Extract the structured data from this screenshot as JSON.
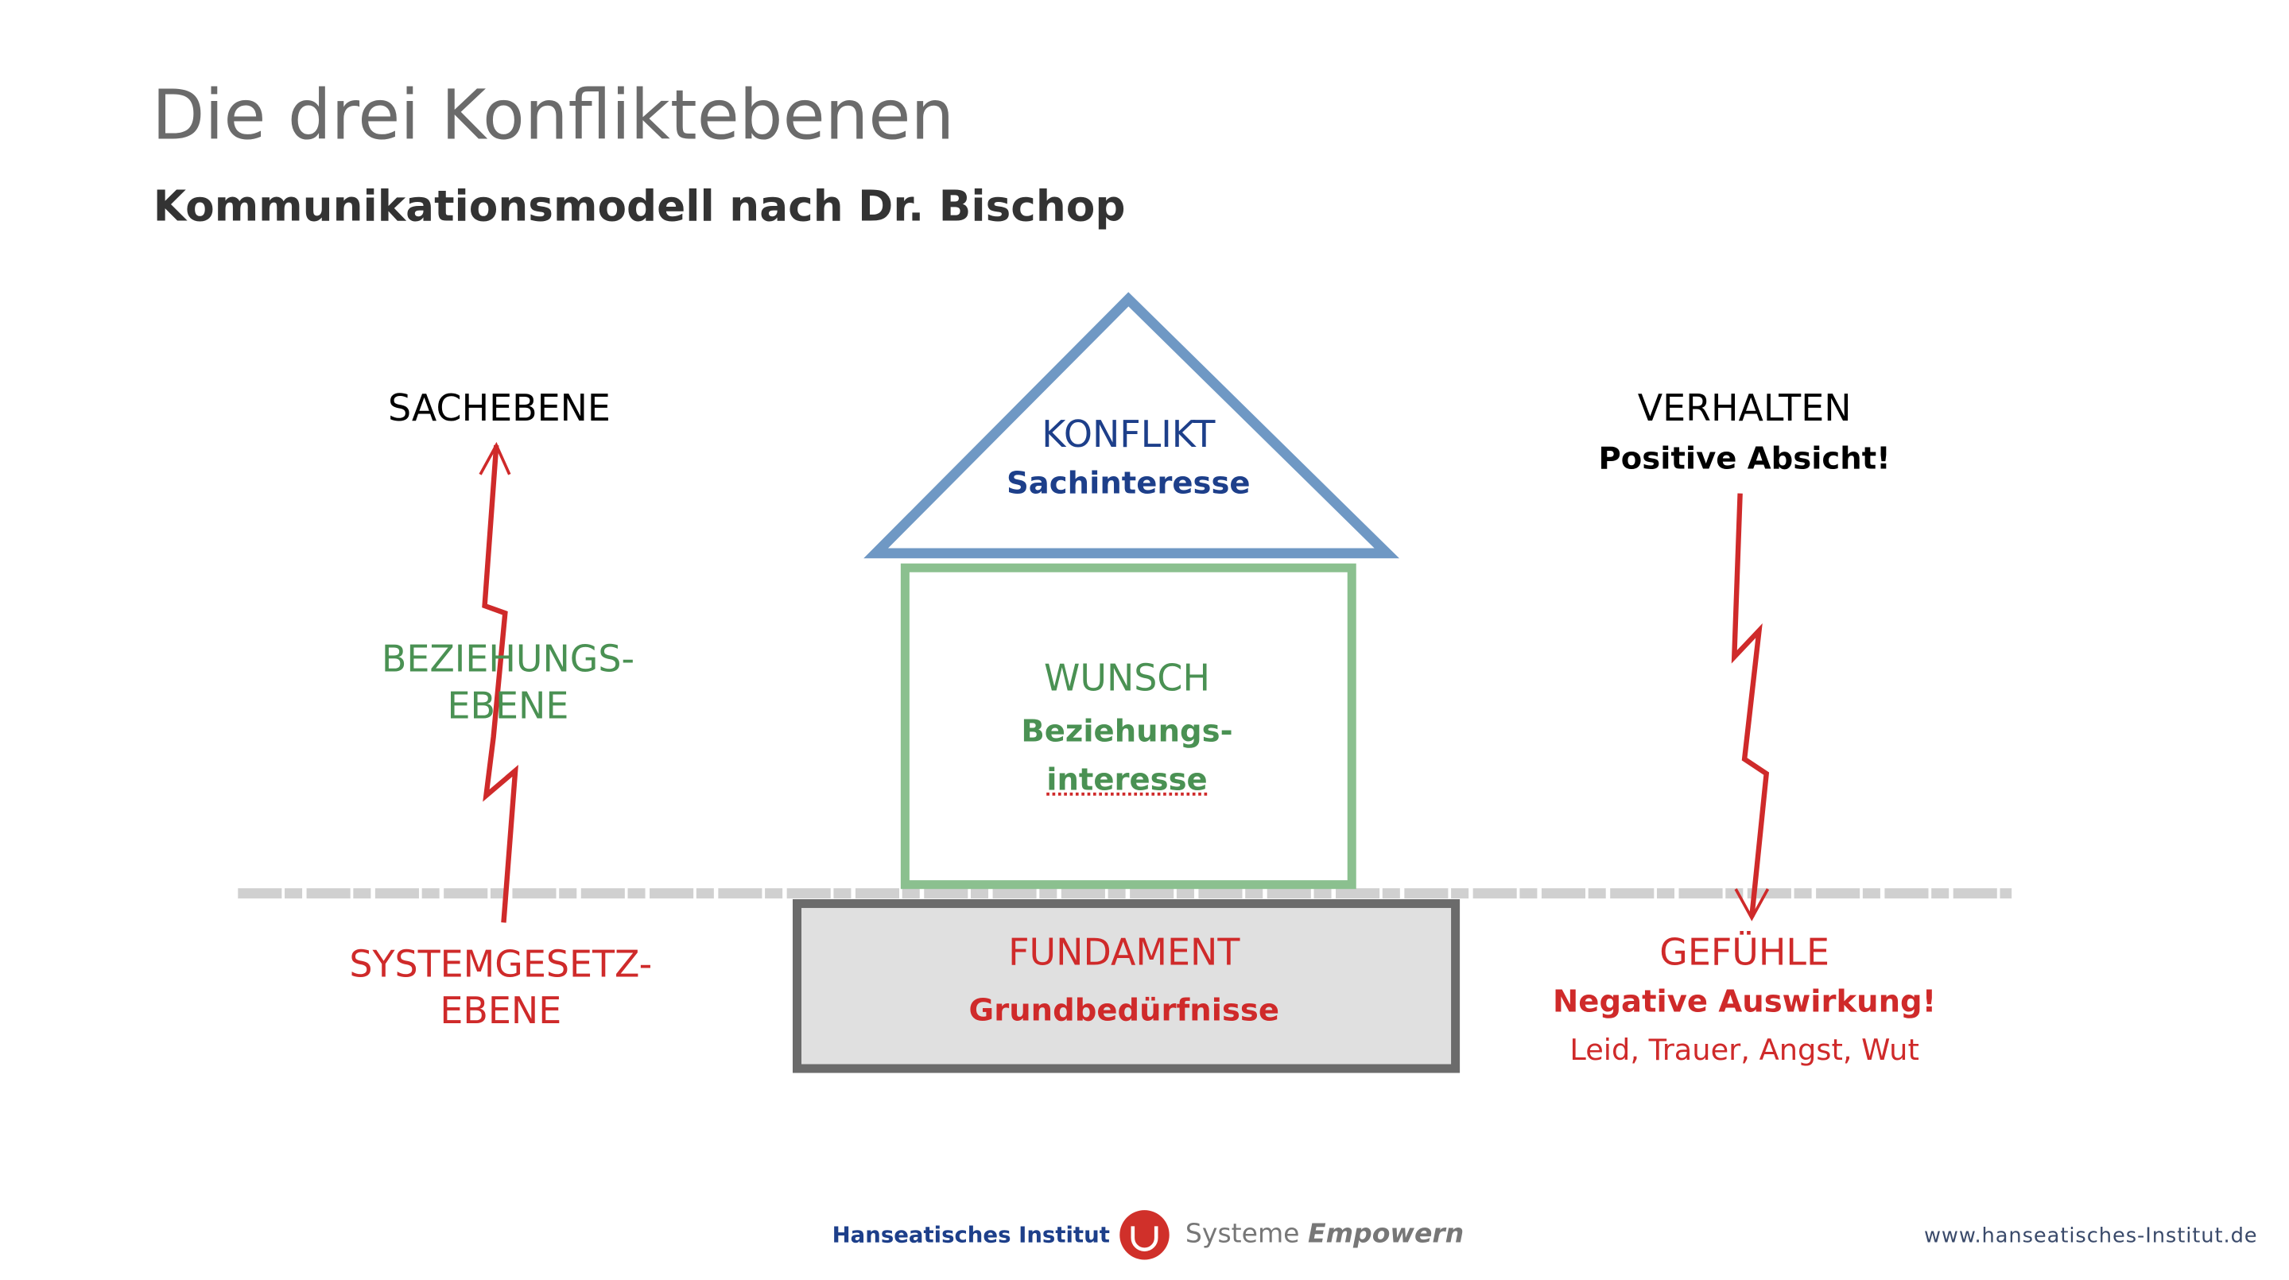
{
  "title": "Die drei Konfliktebenen",
  "subtitle": "Kommunikationsmodell nach Dr. Bischop",
  "left": {
    "top": "SACHEBENE",
    "middle_1": "BEZIEHUNGS-",
    "middle_2": "EBENE",
    "bottom_1": "SYSTEMGESETZ-",
    "bottom_2": "EBENE"
  },
  "house": {
    "roof": {
      "title": "KONFLIKT",
      "sub": "Sachinteresse"
    },
    "body": {
      "title": "WUNSCH",
      "sub_1": "Beziehungs-",
      "sub_2": "interesse"
    },
    "foundation": {
      "title": "FUNDAMENT",
      "sub": "Grundbedürfnisse"
    }
  },
  "right": {
    "top": "VERHALTEN",
    "top_sub": "Positive Absicht!",
    "bottom": "GEFÜHLE",
    "bottom_sub": "Negative Auswirkung!",
    "bottom_list": "Leid, Trauer, Angst, Wut"
  },
  "footer": {
    "brand": "Hanseatisches Institut",
    "tagline_1": "Systeme",
    "tagline_2": "Empowern",
    "url": "www.hanseatisches-Institut.de"
  },
  "colors": {
    "blue": "#6f98c4",
    "green": "#8bc08f",
    "red": "#cf2a2a",
    "gray": "#6b6b6b"
  }
}
